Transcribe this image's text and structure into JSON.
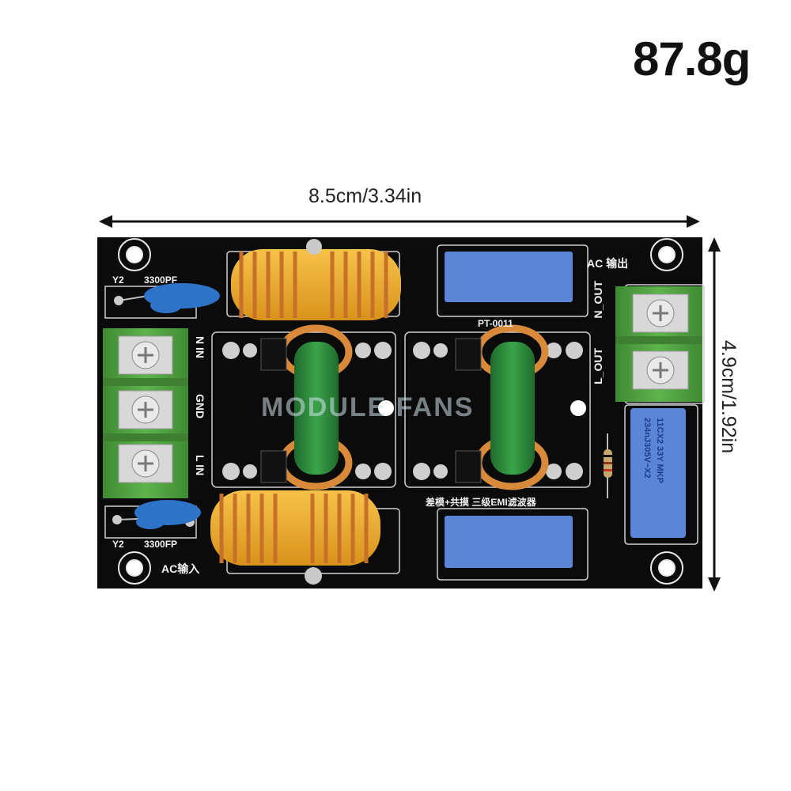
{
  "weight": "87.8g",
  "dimensions": {
    "width": "8.5cm/3.34in",
    "height": "4.9cm/1.92in"
  },
  "board": {
    "cap_top_left": {
      "type": "Y2",
      "value": "3300PF"
    },
    "cap_bottom_left": {
      "type": "Y2",
      "value": "3300FP"
    },
    "input_label": "AC输入",
    "output_label": "AC 输出",
    "input_terminals": [
      "N IN",
      "GND",
      "L IN"
    ],
    "output_terminals": [
      "N_OUT",
      "L_OUT"
    ],
    "part_number": "PT-0011",
    "filter_label": "差模+共摸 三级EMI滤波器",
    "x2_capacitor_text": [
      "234nJ305V~X2",
      "11CX2 33Y MKP"
    ],
    "watermark": "MODULE FANS",
    "colors": {
      "pcb": "#0d0d0d",
      "terminal": "#4e9d3f",
      "copper": "#d9893a",
      "toroid_core": "#f1b21f",
      "y_cap": "#2d74c8",
      "x_cap": "#5b86d8",
      "choke": "#2f8a3c"
    }
  }
}
